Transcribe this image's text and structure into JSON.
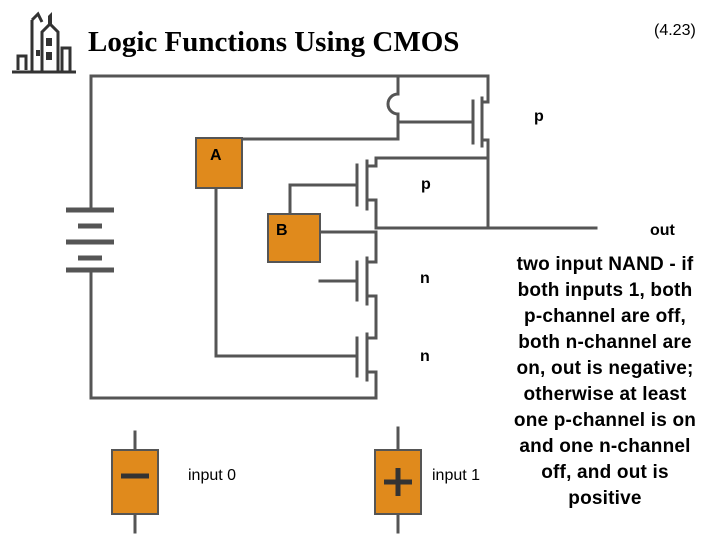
{
  "title": "Logic Functions Using CMOS",
  "slide_number": "(4.23)",
  "logo_icon": "castle-icon",
  "colors": {
    "input_fill": "#e08a1c",
    "wire": "#555555",
    "text": "#000000"
  },
  "labels": {
    "input_a": "A",
    "input_b": "B",
    "transistor_top": "p",
    "transistor_p": "p",
    "transistor_n1": "n",
    "transistor_n2": "n",
    "out": "out",
    "input_0": "input 0",
    "input_1": "input 1",
    "minus": "−",
    "plus": "+"
  },
  "description": [
    "two input NAND - if",
    "both inputs 1, both",
    "p-channel are off,",
    "both n-channel are",
    "on, out is negative;",
    "otherwise at least",
    "one p-channel is on",
    "and one n-channel",
    "off, and out is",
    "positive"
  ]
}
